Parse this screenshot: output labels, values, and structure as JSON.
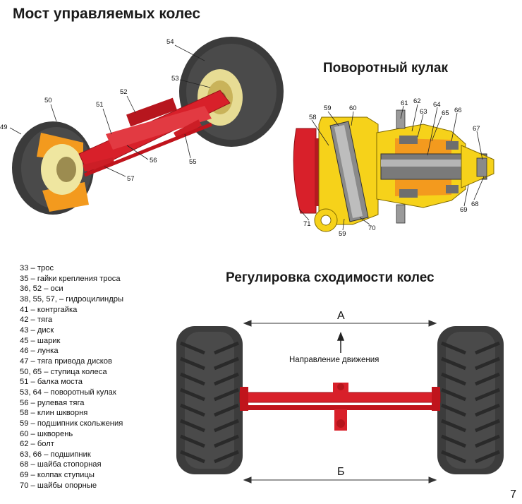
{
  "titles": {
    "axle": "Мост управляемых колес",
    "knuckle": "Поворотный кулак",
    "toe": "Регулировка сходимости колес"
  },
  "axle_labels": {
    "l49": "49",
    "l50": "50",
    "l51": "51",
    "l52": "52",
    "l53": "53",
    "l54": "54",
    "l55": "55",
    "l56": "56",
    "l57": "57"
  },
  "knuckle_labels": {
    "l58": "58",
    "l59a": "59",
    "l60": "60",
    "l61": "61",
    "l62": "62",
    "l63": "63",
    "l64": "64",
    "l65": "65",
    "l66": "66",
    "l67": "67",
    "l68": "68",
    "l69": "69",
    "l70": "70",
    "l71": "71",
    "l59b": "59"
  },
  "toe_labels": {
    "a": "А",
    "b": "Б",
    "direction": "Направление движения"
  },
  "legend": [
    "33 – трос",
    "35 – гайки крепления троса",
    "36, 52 – оси",
    "38, 55, 57, – гидроцилиндры",
    "41 – контргайка",
    "42 – тяга",
    "43 – диск",
    "45 – шарик",
    "46 – лунка",
    "47 – тяга привода дисков",
    "50, 65 – ступица колеса",
    "51 – балка моста",
    "53, 64 – поворотный кулак",
    "56 – рулевая тяга",
    "58 – клин шкворня",
    "59 – подшипник скольжения",
    "60 – шкворень",
    "62 – болт",
    "63, 66 – подшипник",
    "68 – шайба стопорная",
    "69 – колпак ступицы",
    "70 – шайбы опорные"
  ],
  "page_number": "7",
  "colors": {
    "frame_red": "#d8202a",
    "tire": "#3a3a3a",
    "hub_yellow": "#efe6a0",
    "orange": "#f39a1e",
    "housing_yellow": "#f6d21a"
  }
}
